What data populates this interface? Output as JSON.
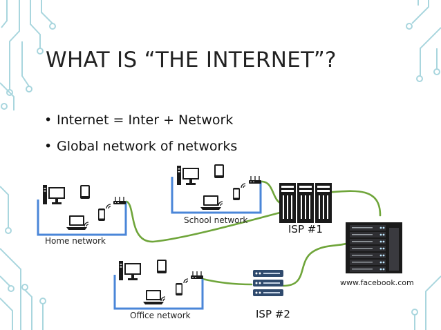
{
  "slide": {
    "title": "WHAT IS “THE INTERNET”?",
    "bullets": [
      "Internet = Inter + Network",
      "Global network of networks"
    ]
  },
  "diagram": {
    "home_label": "Home network",
    "school_label": "School network",
    "office_label": "Office network",
    "isp1_label": "ISP #1",
    "isp2_label": "ISP #2",
    "server_label": "www.facebook.com"
  },
  "colors": {
    "network_box": "#4a86d8",
    "cable": "#6fa53a",
    "decor": "#a9d6de",
    "server": "#1a1a1a",
    "isp2": "#2f4a6d"
  },
  "icons": [
    "desktop-computer-icon",
    "tablet-icon",
    "smartphone-icon",
    "laptop-icon",
    "wifi-router-icon",
    "server-rack-icon",
    "server-stack-icon"
  ]
}
